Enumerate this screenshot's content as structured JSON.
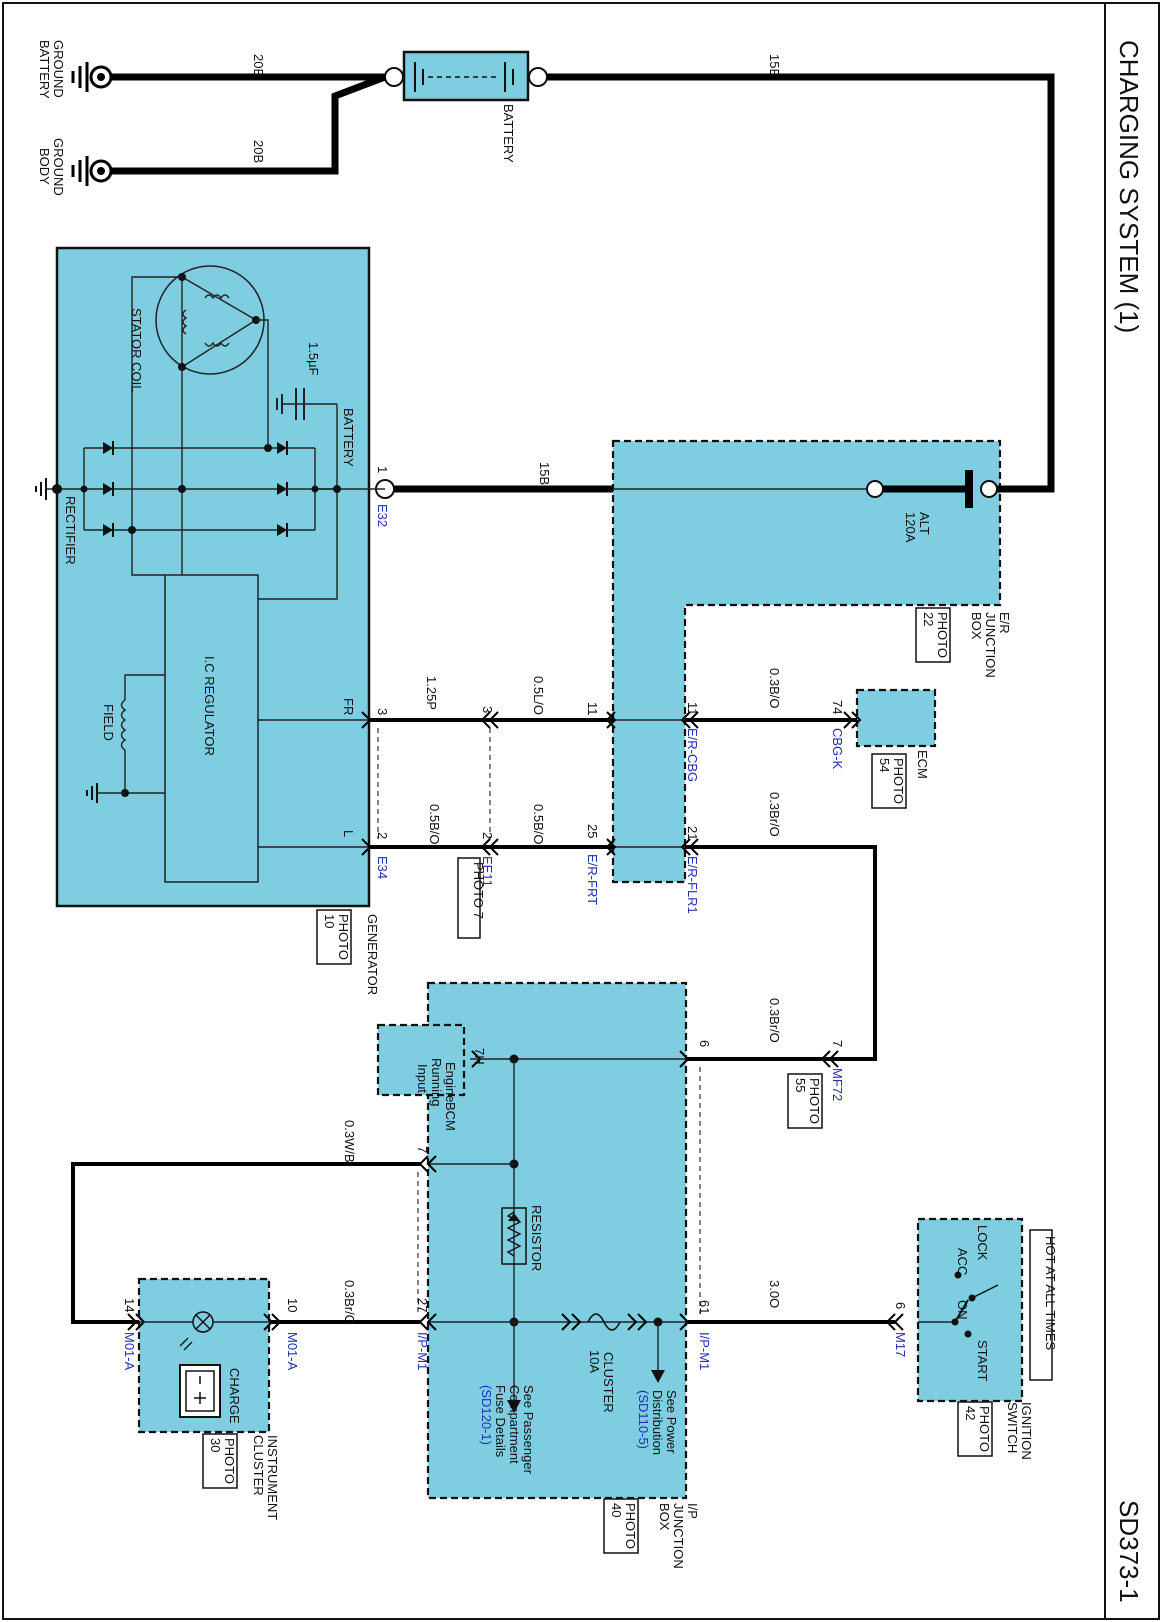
{
  "page": {
    "title": "CHARGING SYSTEM (1)",
    "code": "SD373-1"
  },
  "components": {
    "battery_ground": [
      "BATTERY",
      "GROUND"
    ],
    "body_ground": [
      "BODY",
      "GROUND"
    ],
    "battery": "BATTERY",
    "generator": {
      "name": "GENERATOR",
      "photo": [
        "PHOTO",
        "10"
      ],
      "stator_coil": "STATOR COIL",
      "capacitor": "1.5µF",
      "battery_term": "BATTERY",
      "rectifier": "RECTIFIER",
      "regulator": "I.C REGULATOR",
      "field": "FIELD",
      "fr": "FR",
      "l": "L"
    },
    "er_junction_box": {
      "name": [
        "E/R",
        "JUNCTION",
        "BOX"
      ],
      "photo": [
        "PHOTO",
        "22"
      ],
      "fuse": [
        "ALT",
        "120A"
      ]
    },
    "ecm": {
      "name": "ECM",
      "photo": [
        "PHOTO",
        "54"
      ]
    },
    "bcm": {
      "name": "BCM",
      "input": [
        "Engine",
        "Running",
        "Input"
      ],
      "pin": "7H"
    },
    "ip_junction_box": {
      "name": [
        "I/P",
        "JUNCTION",
        "BOX"
      ],
      "photo": [
        "PHOTO",
        "40"
      ],
      "resistor": "RESISTOR",
      "fuse": [
        "CLUSTER",
        "10A"
      ],
      "note_power": [
        "See Power",
        "Distribution"
      ],
      "note_power_ref": "(SD110-5)",
      "note_pass": [
        "See Passenger",
        "Compartment",
        "Fuse Details"
      ],
      "note_pass_ref": "(SD120-1)"
    },
    "instrument_cluster": {
      "name": [
        "INSTRUMENT",
        "CLUSTER"
      ],
      "photo": [
        "PHOTO",
        "30"
      ],
      "lamp": "CHARGE"
    },
    "ignition_switch": {
      "name": [
        "IGNITION",
        "SWITCH"
      ],
      "photo": [
        "PHOTO",
        "42"
      ],
      "hot": "HOT AT ALL TIMES",
      "positions": [
        "LOCK",
        "ACC",
        "ON",
        "START"
      ]
    },
    "mf72_photo": [
      "PHOTO",
      "55"
    ],
    "ee11_photo": "PHOTO 7"
  },
  "wires": {
    "w20b_a": "20B",
    "w20b_b": "20B",
    "w15b_top": "15B",
    "w15b_gen": "15B",
    "w125p": "1.25P",
    "w05lo": "0.5L/O",
    "w03bo": "0.3B/O",
    "w05bo_a": "0.5B/O",
    "w05bo_b": "0.5B/O",
    "w03bro_a": "0.3Br/O",
    "w03bro_b": "0.3Br/O",
    "w03wb": "0.3W/B",
    "w03bro_c": "0.3Br/O",
    "w30o": "3.0O"
  },
  "connectors": {
    "e32": "E32",
    "e34": "E34",
    "ee11": "EE11",
    "er_frt": "E/R-FRT",
    "er_cbg": "E/R-CBG",
    "er_flr1": "E/R-FLR1",
    "cbg_k": "CBG-K",
    "mf72": "MF72",
    "m17": "M17",
    "ip_m1_a": "I/P-M1",
    "ip_m1_b": "I/P-M1",
    "m01a_a": "M01-A",
    "m01a_b": "M01-A"
  },
  "pins": {
    "p1": "1",
    "p3": "3",
    "p2": "2",
    "p3b": "3",
    "p2b": "2",
    "p11a": "11",
    "p25": "25",
    "p11b": "11",
    "p21": "21",
    "p74": "74",
    "p7mf": "7",
    "p6": "6",
    "p7ip": "7",
    "p27": "27",
    "p61": "61",
    "p6m17": "6",
    "p10": "10",
    "p14": "14"
  }
}
